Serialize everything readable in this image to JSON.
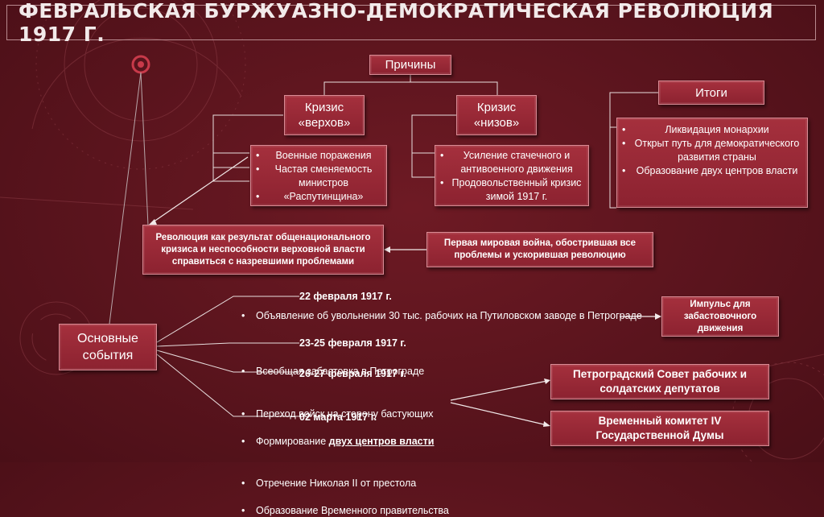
{
  "title": "ФЕВРАЛЬСКАЯ БУРЖУАЗНО-ДЕМОКРАТИЧЕСКАЯ РЕВОЛЮЦИЯ 1917 Г.",
  "causes": {
    "label": "Причины",
    "top_crisis": {
      "title_line1": "Кризис",
      "title_line2": "«верхов»",
      "items": [
        "Военные поражения",
        "Частая сменяемость министров",
        "«Распутинщина»"
      ]
    },
    "bottom_crisis": {
      "title_line1": "Кризис",
      "title_line2": "«низов»",
      "items": [
        "Усиление стачечного и антивоенного движения",
        "Продовольственный кризис зимой 1917 г."
      ]
    }
  },
  "results": {
    "label": "Итоги",
    "items": [
      "Ликвидация монархии",
      "Открыт путь для демократического развития страны",
      "Образование двух центров власти"
    ]
  },
  "revolution_box": "Революция как результат общенационального кризиса и неспособности верховной власти справиться с назревшими проблемами",
  "war_box": "Первая мировая война, обострившая все проблемы и ускорившая революцию",
  "main_events": {
    "label_line1": "Основные",
    "label_line2": "события",
    "groups": [
      {
        "date": "22 февраля 1917 г.",
        "items": [
          "Объявление об увольнении 30 тыс. рабочих на Путиловском заводе в Петрограде"
        ]
      },
      {
        "date": "23-25 февраля 1917 г.",
        "items": [
          "Всеобщая забастовка в Петрограде"
        ]
      },
      {
        "date": "26-27 февраля 1917 г.",
        "items": [
          "Переход войск на сторону бастующих",
          "Формирование",
          "двух центров власти"
        ]
      },
      {
        "date": "02 марта 1917 г.",
        "items": [
          "Отречение Николая II от престола",
          "Образование Временного правительства"
        ]
      }
    ]
  },
  "impulse_box": "Импульс для забастовочного движения",
  "soviet_box": "Петроградский Совет рабочих и солдатских депутатов",
  "committee_box": "Временный комитет IV Государственной Думы"
}
